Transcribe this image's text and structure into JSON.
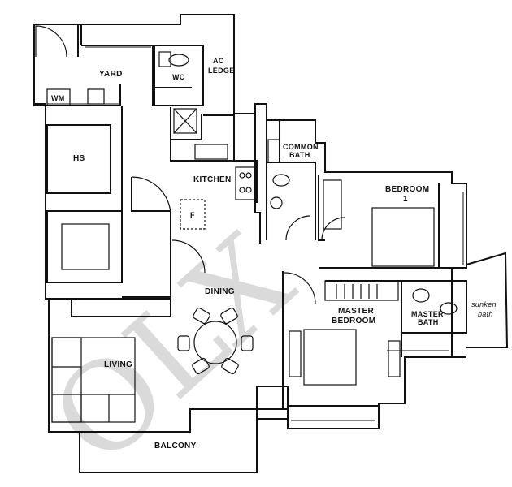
{
  "rooms": {
    "yard": "YARD",
    "wm": "WM",
    "wc": "WC",
    "ac_ledge_line1": "AC",
    "ac_ledge_line2": "LEDGE",
    "hs": "HS",
    "kitchen": "KITCHEN",
    "fridge": "F",
    "common_bath_line1": "COMMON",
    "common_bath_line2": "BATH",
    "bedroom1_line1": "BEDROOM",
    "bedroom1_line2": "1",
    "dining": "DINING",
    "living": "LIVING",
    "master_bedroom_line1": "MASTER",
    "master_bedroom_line2": "BEDROOM",
    "master_bath_line1": "MASTER",
    "master_bath_line2": "BATH",
    "sunken_bath_line1": "sunken",
    "sunken_bath_line2": "bath",
    "balcony": "BALCONY"
  },
  "watermark": "OLX"
}
